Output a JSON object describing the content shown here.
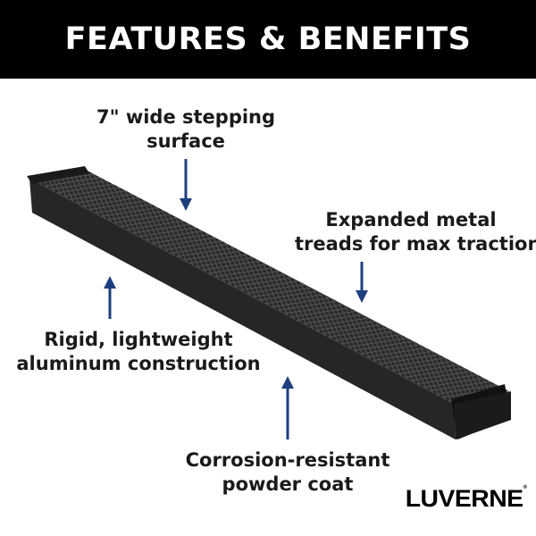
{
  "header": {
    "title": "FEATURES & BENEFITS"
  },
  "callouts": {
    "stepping_surface": [
      "7\" wide stepping",
      "surface"
    ],
    "treads": [
      "Expanded metal",
      "treads for max traction"
    ],
    "construction": [
      "Rigid, lightweight",
      "aluminum construction"
    ],
    "coating": [
      "Corrosion-resistant",
      "powder coat"
    ]
  },
  "brand": {
    "logo": "LUVERNE",
    "trademark": "®"
  },
  "colors": {
    "arrow": "#1e3f7e",
    "header_bg": "#000000"
  }
}
